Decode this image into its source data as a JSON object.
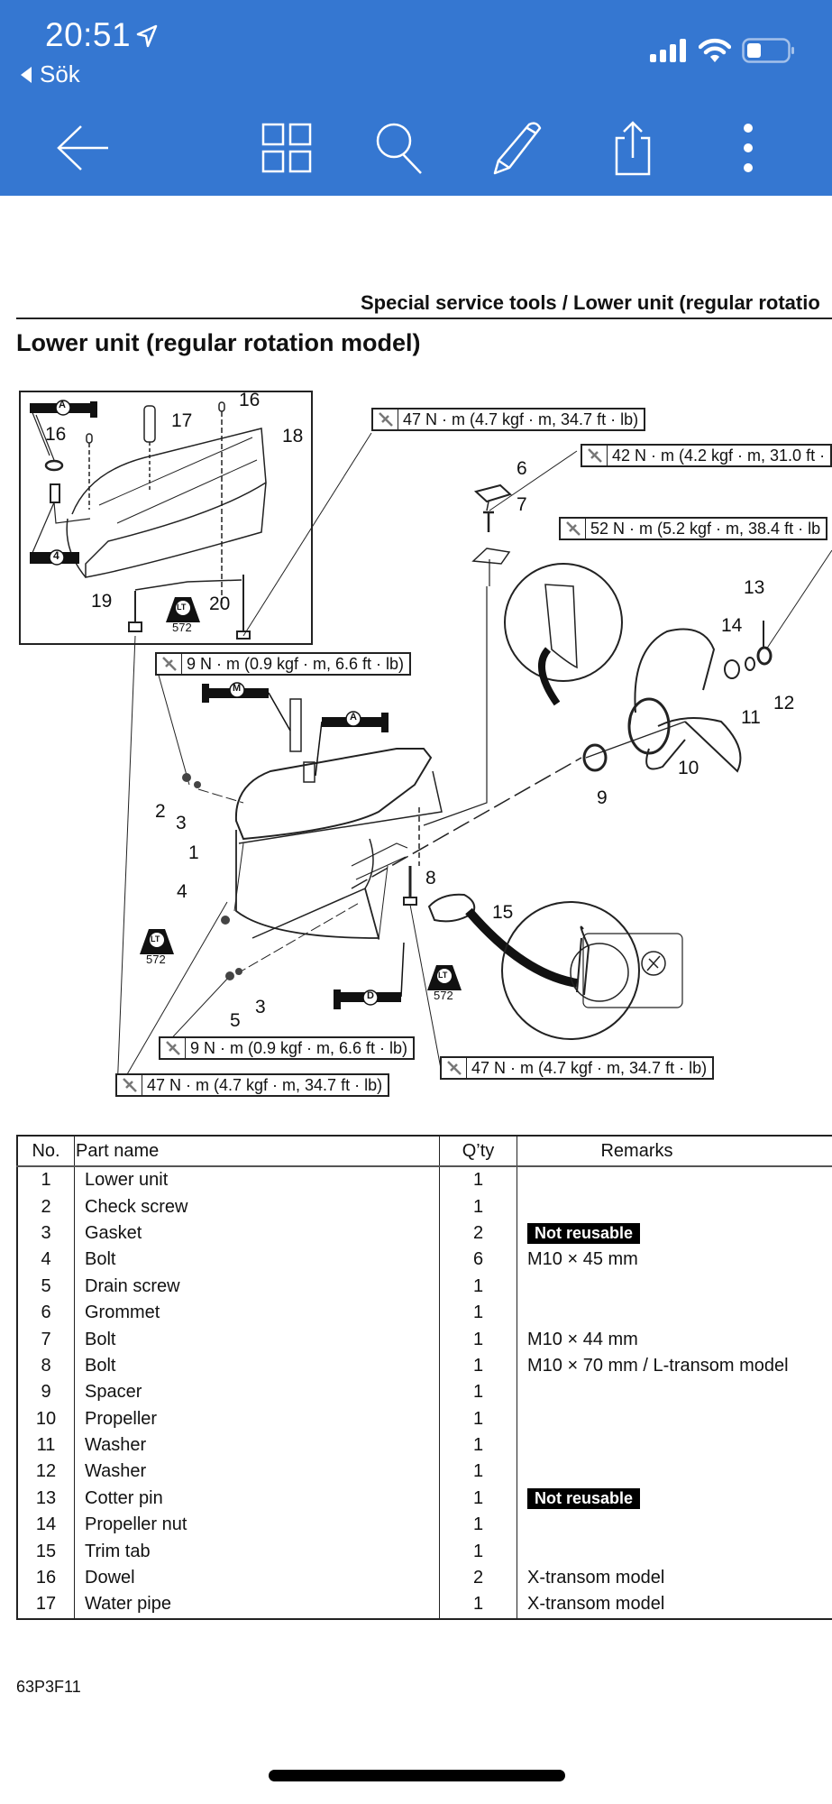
{
  "status_bar": {
    "time": "20:51",
    "back_app_label": "Sök",
    "icons": [
      "location-arrow-icon",
      "signal-icon",
      "wifi-icon",
      "battery-icon"
    ],
    "battery_level_fraction": 0.35
  },
  "toolbar": {
    "back": "back-arrow-icon",
    "thumbnails": "grid-icon",
    "search": "search-icon",
    "annotate": "pencil-icon",
    "share": "share-icon",
    "more": "more-vertical-icon"
  },
  "document": {
    "running_header": "Special service tools / Lower unit (regular rotatio",
    "title": "Lower unit (regular rotation model)",
    "footer_code": "63P3F11",
    "diagram": {
      "torques": {
        "t47_top": "47 N · m (4.7 kgf · m, 34.7 ft · lb)",
        "t42": "42 N · m (4.2 kgf · m, 31.0 ft ·",
        "t52": "52 N · m (5.2 kgf · m, 38.4 ft · lb",
        "t9_mid": "9 N · m (0.9 kgf · m, 6.6 ft · lb)",
        "t9_low": "9 N · m (0.9 kgf · m, 6.6 ft · lb)",
        "t47_low_left": "47 N · m (4.7 kgf · m, 34.7 ft · lb)",
        "t47_low_right": "47 N · m (4.7 kgf · m, 34.7 ft · lb)"
      },
      "callouts": {
        "c1": "1",
        "c2": "2",
        "c3a": "3",
        "c3b": "3",
        "c4": "4",
        "c5": "5",
        "c6": "6",
        "c7": "7",
        "c8": "8",
        "c9": "9",
        "c10": "10",
        "c11": "11",
        "c12": "12",
        "c13": "13",
        "c14": "14",
        "c15": "15",
        "c16a": "16",
        "c16b": "16",
        "c17": "17",
        "c18": "18",
        "c19": "19",
        "c20": "20"
      },
      "lubricants": {
        "grease_a": "A",
        "grease_m": "M",
        "grease_d": "D",
        "sealant_4": "4",
        "loctite": "LT",
        "loctite_no": "572"
      }
    },
    "table": {
      "headers": {
        "no": "No.",
        "name": "Part name",
        "qty": "Q’ty",
        "remarks": "Remarks"
      },
      "rows": [
        {
          "no": "1",
          "name": "Lower unit",
          "qty": "1",
          "remark": "",
          "badge": ""
        },
        {
          "no": "2",
          "name": "Check screw",
          "qty": "1",
          "remark": "",
          "badge": ""
        },
        {
          "no": "3",
          "name": "Gasket",
          "qty": "2",
          "remark": "",
          "badge": "Not reusable"
        },
        {
          "no": "4",
          "name": "Bolt",
          "qty": "6",
          "remark": "M10 × 45 mm",
          "badge": ""
        },
        {
          "no": "5",
          "name": "Drain screw",
          "qty": "1",
          "remark": "",
          "badge": ""
        },
        {
          "no": "6",
          "name": "Grommet",
          "qty": "1",
          "remark": "",
          "badge": ""
        },
        {
          "no": "7",
          "name": "Bolt",
          "qty": "1",
          "remark": "M10 × 44 mm",
          "badge": ""
        },
        {
          "no": "8",
          "name": "Bolt",
          "qty": "1",
          "remark": "M10 × 70 mm / L-transom model",
          "badge": ""
        },
        {
          "no": "9",
          "name": "Spacer",
          "qty": "1",
          "remark": "",
          "badge": ""
        },
        {
          "no": "10",
          "name": "Propeller",
          "qty": "1",
          "remark": "",
          "badge": ""
        },
        {
          "no": "11",
          "name": "Washer",
          "qty": "1",
          "remark": "",
          "badge": ""
        },
        {
          "no": "12",
          "name": "Washer",
          "qty": "1",
          "remark": "",
          "badge": ""
        },
        {
          "no": "13",
          "name": "Cotter pin",
          "qty": "1",
          "remark": "",
          "badge": "Not reusable"
        },
        {
          "no": "14",
          "name": "Propeller nut",
          "qty": "1",
          "remark": "",
          "badge": ""
        },
        {
          "no": "15",
          "name": "Trim tab",
          "qty": "1",
          "remark": "",
          "badge": ""
        },
        {
          "no": "16",
          "name": "Dowel",
          "qty": "2",
          "remark": "X-transom model",
          "badge": ""
        },
        {
          "no": "17",
          "name": "Water pipe",
          "qty": "1",
          "remark": "X-transom model",
          "badge": ""
        }
      ]
    }
  },
  "colors": {
    "toolbar_blue": "#3577d1",
    "badge_bg": "#000000",
    "badge_fg": "#ffffff"
  }
}
